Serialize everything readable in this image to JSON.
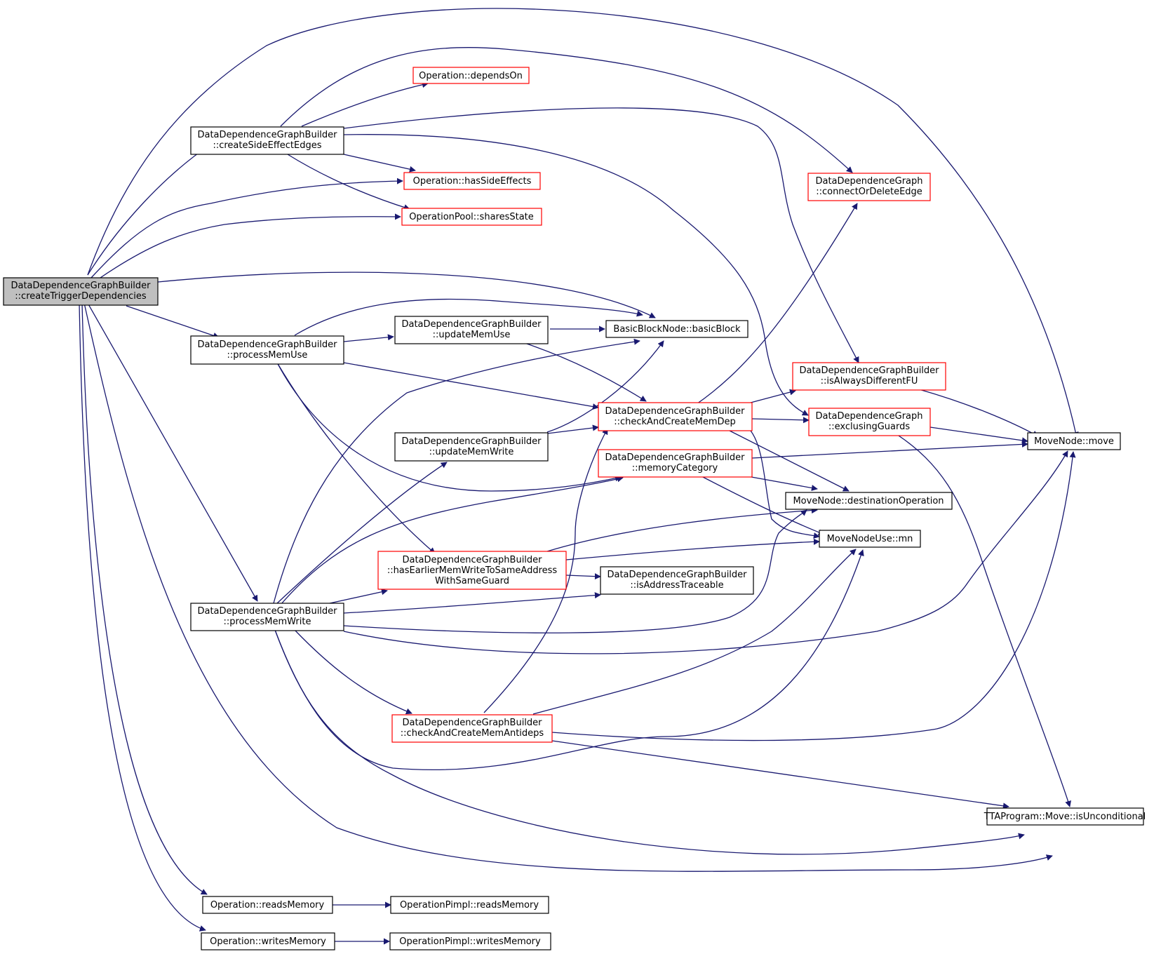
{
  "nodes": {
    "root": [
      "DataDependenceGraphBuilder",
      "::createTriggerDependencies"
    ],
    "createSideEffectEdges": [
      "DataDependenceGraphBuilder",
      "::createSideEffectEdges"
    ],
    "dependsOn": [
      "Operation::dependsOn"
    ],
    "hasSideEffects": [
      "Operation::hasSideEffects"
    ],
    "sharesState": [
      "OperationPool::sharesState"
    ],
    "connectOrDeleteEdge": [
      "DataDependenceGraph",
      "::connectOrDeleteEdge"
    ],
    "processMemUse": [
      "DataDependenceGraphBuilder",
      "::processMemUse"
    ],
    "updateMemUse": [
      "DataDependenceGraphBuilder",
      "::updateMemUse"
    ],
    "basicBlock": [
      "BasicBlockNode::basicBlock"
    ],
    "isAlwaysDifferentFU": [
      "DataDependenceGraphBuilder",
      "::isAlwaysDifferentFU"
    ],
    "checkAndCreateMemDep": [
      "DataDependenceGraphBuilder",
      "::checkAndCreateMemDep"
    ],
    "exclusingGuards": [
      "DataDependenceGraph",
      "::exclusingGuards"
    ],
    "move": [
      "MoveNode::move"
    ],
    "updateMemWrite": [
      "DataDependenceGraphBuilder",
      "::updateMemWrite"
    ],
    "memoryCategory": [
      "DataDependenceGraphBuilder",
      "::memoryCategory"
    ],
    "destinationOperation": [
      "MoveNode::destinationOperation"
    ],
    "mn": [
      "MoveNodeUse::mn"
    ],
    "hasEarlierMemWrite": [
      "DataDependenceGraphBuilder",
      "::hasEarlierMemWriteToSameAddress",
      "WithSameGuard"
    ],
    "isAddressTraceable": [
      "DataDependenceGraphBuilder",
      "::isAddressTraceable"
    ],
    "processMemWrite": [
      "DataDependenceGraphBuilder",
      "::processMemWrite"
    ],
    "checkAndCreateMemAntideps": [
      "DataDependenceGraphBuilder",
      "::checkAndCreateMemAntideps"
    ],
    "isUnconditional": [
      "TTAProgram::Move::isUnconditional"
    ],
    "readsMemory": [
      "Operation::readsMemory"
    ],
    "pimplReadsMemory": [
      "OperationPimpl::readsMemory"
    ],
    "writesMemory": [
      "Operation::writesMemory"
    ],
    "pimplWritesMemory": [
      "OperationPimpl::writesMemory"
    ]
  },
  "colors": {
    "edge": "#191970",
    "node_border": "#000000",
    "node_border_truncated": "#ff0000",
    "root_fill": "#bfbfbf"
  }
}
